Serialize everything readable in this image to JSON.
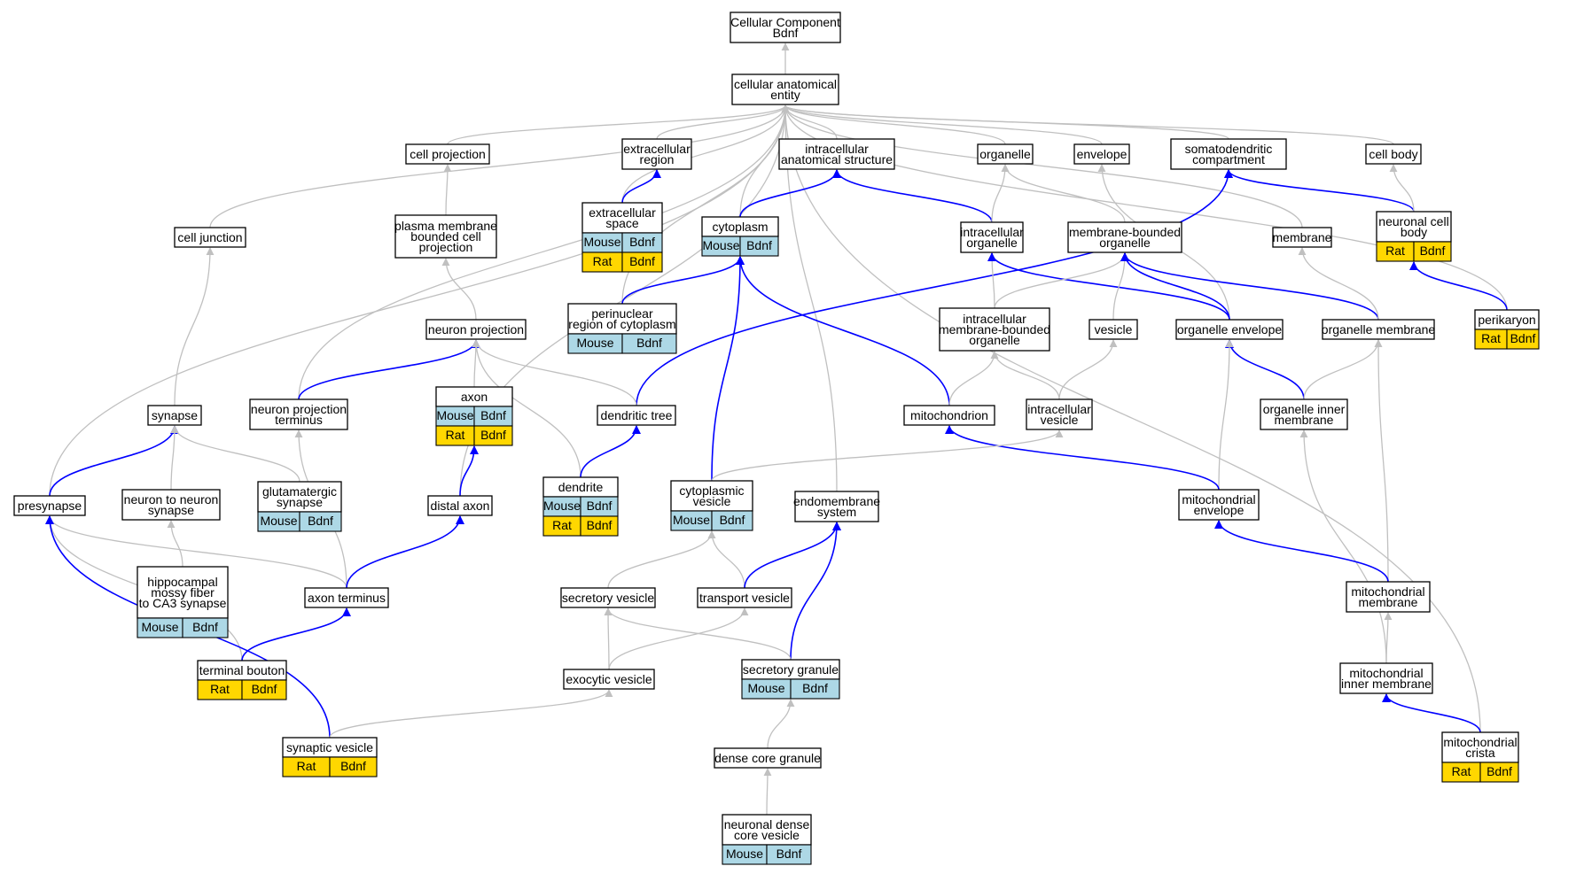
{
  "colors": {
    "gray_edge": "#c0c0c0",
    "blue_edge": "#0000ff",
    "mouse": "#add8e6",
    "rat": "#ffd700"
  },
  "nodes": [
    {
      "id": "root",
      "lines": [
        "Cellular Component",
        "Bdnf"
      ]
    },
    {
      "id": "cae",
      "lines": [
        "cellular anatomical",
        "entity"
      ]
    },
    {
      "id": "cellproj",
      "lines": [
        "cell projection"
      ]
    },
    {
      "id": "extreg",
      "lines": [
        "extracellular",
        "region"
      ]
    },
    {
      "id": "ias",
      "lines": [
        "intracellular",
        "anatomical structure"
      ]
    },
    {
      "id": "organelle",
      "lines": [
        "organelle"
      ]
    },
    {
      "id": "envelope",
      "lines": [
        "envelope"
      ]
    },
    {
      "id": "somato",
      "lines": [
        "somatodendritic",
        "compartment"
      ]
    },
    {
      "id": "cellbody",
      "lines": [
        "cell body"
      ]
    },
    {
      "id": "celljunction",
      "lines": [
        "cell junction"
      ]
    },
    {
      "id": "pmbcp",
      "lines": [
        "plasma membrane",
        "bounded cell",
        "projection"
      ]
    },
    {
      "id": "extspace",
      "lines": [
        "extracellular",
        "space"
      ],
      "annotations": [
        [
          "Mouse",
          "Bdnf"
        ],
        [
          "Rat",
          "Bdnf"
        ]
      ]
    },
    {
      "id": "cytoplasm",
      "lines": [
        "cytoplasm"
      ],
      "annotations": [
        [
          "Mouse",
          "Bdnf"
        ]
      ]
    },
    {
      "id": "intorg",
      "lines": [
        "intracellular",
        "organelle"
      ]
    },
    {
      "id": "mbo",
      "lines": [
        "membrane-bounded",
        "organelle"
      ]
    },
    {
      "id": "membrane",
      "lines": [
        "membrane"
      ]
    },
    {
      "id": "ncb",
      "lines": [
        "neuronal cell",
        "body"
      ],
      "annotations": [
        [
          "Rat",
          "Bdnf"
        ]
      ]
    },
    {
      "id": "perinuc",
      "lines": [
        "perinuclear",
        "region of cytoplasm"
      ],
      "annotations": [
        [
          "Mouse",
          "Bdnf"
        ]
      ]
    },
    {
      "id": "neuronproj",
      "lines": [
        "neuron projection"
      ]
    },
    {
      "id": "imbo",
      "lines": [
        "intracellular",
        "membrane-bounded",
        "organelle"
      ]
    },
    {
      "id": "vesicle",
      "lines": [
        "vesicle"
      ]
    },
    {
      "id": "orgenv",
      "lines": [
        "organelle envelope"
      ]
    },
    {
      "id": "orgmem",
      "lines": [
        "organelle membrane"
      ]
    },
    {
      "id": "perikaryon",
      "lines": [
        "perikaryon"
      ],
      "annotations": [
        [
          "Rat",
          "Bdnf"
        ]
      ]
    },
    {
      "id": "synapse",
      "lines": [
        "synapse"
      ]
    },
    {
      "id": "npt",
      "lines": [
        "neuron projection",
        "terminus"
      ]
    },
    {
      "id": "axon",
      "lines": [
        "axon"
      ],
      "annotations": [
        [
          "Mouse",
          "Bdnf"
        ],
        [
          "Rat",
          "Bdnf"
        ]
      ]
    },
    {
      "id": "dendtree",
      "lines": [
        "dendritic tree"
      ]
    },
    {
      "id": "mito",
      "lines": [
        "mitochondrion"
      ]
    },
    {
      "id": "intves",
      "lines": [
        "intracellular",
        "vesicle"
      ]
    },
    {
      "id": "oim",
      "lines": [
        "organelle inner",
        "membrane"
      ]
    },
    {
      "id": "presyn",
      "lines": [
        "presynapse"
      ]
    },
    {
      "id": "n2n",
      "lines": [
        "neuron to neuron",
        "synapse"
      ]
    },
    {
      "id": "glut",
      "lines": [
        "glutamatergic",
        "synapse"
      ],
      "annotations": [
        [
          "Mouse",
          "Bdnf"
        ]
      ]
    },
    {
      "id": "distax",
      "lines": [
        "distal axon"
      ]
    },
    {
      "id": "dendrite",
      "lines": [
        "dendrite"
      ],
      "annotations": [
        [
          "Mouse",
          "Bdnf"
        ],
        [
          "Rat",
          "Bdnf"
        ]
      ]
    },
    {
      "id": "cytves",
      "lines": [
        "cytoplasmic",
        "vesicle"
      ],
      "annotations": [
        [
          "Mouse",
          "Bdnf"
        ]
      ]
    },
    {
      "id": "endo",
      "lines": [
        "endomembrane",
        "system"
      ]
    },
    {
      "id": "mitoenv",
      "lines": [
        "mitochondrial",
        "envelope"
      ]
    },
    {
      "id": "hippo",
      "lines": [
        "hippocampal",
        "mossy fiber",
        "to CA3 synapse"
      ],
      "annotations": [
        [
          "Mouse",
          "Bdnf"
        ]
      ]
    },
    {
      "id": "axterm",
      "lines": [
        "axon terminus"
      ]
    },
    {
      "id": "secves",
      "lines": [
        "secretory vesicle"
      ]
    },
    {
      "id": "transves",
      "lines": [
        "transport vesicle"
      ]
    },
    {
      "id": "mitomem",
      "lines": [
        "mitochondrial",
        "membrane"
      ]
    },
    {
      "id": "termbouton",
      "lines": [
        "terminal bouton"
      ],
      "annotations": [
        [
          "Rat",
          "Bdnf"
        ]
      ]
    },
    {
      "id": "exoves",
      "lines": [
        "exocytic vesicle"
      ]
    },
    {
      "id": "secgran",
      "lines": [
        "secretory granule"
      ],
      "annotations": [
        [
          "Mouse",
          "Bdnf"
        ]
      ]
    },
    {
      "id": "mitoinner",
      "lines": [
        "mitochondrial",
        "inner membrane"
      ]
    },
    {
      "id": "synves",
      "lines": [
        "synaptic vesicle"
      ],
      "annotations": [
        [
          "Rat",
          "Bdnf"
        ]
      ]
    },
    {
      "id": "dcg",
      "lines": [
        "dense core granule"
      ]
    },
    {
      "id": "mitocrista",
      "lines": [
        "mitochondrial",
        "crista"
      ],
      "annotations": [
        [
          "Rat",
          "Bdnf"
        ]
      ]
    },
    {
      "id": "ndcv",
      "lines": [
        "neuronal dense",
        "core vesicle"
      ],
      "annotations": [
        [
          "Mouse",
          "Bdnf"
        ]
      ]
    }
  ],
  "edges": [
    {
      "from": "cae",
      "to": "root",
      "kind": "is_a"
    },
    {
      "from": "cellproj",
      "to": "cae",
      "kind": "is_a"
    },
    {
      "from": "extreg",
      "to": "cae",
      "kind": "is_a"
    },
    {
      "from": "ias",
      "to": "cae",
      "kind": "is_a"
    },
    {
      "from": "organelle",
      "to": "cae",
      "kind": "is_a"
    },
    {
      "from": "envelope",
      "to": "cae",
      "kind": "is_a"
    },
    {
      "from": "somato",
      "to": "cae",
      "kind": "is_a"
    },
    {
      "from": "cellbody",
      "to": "cae",
      "kind": "is_a"
    },
    {
      "from": "celljunction",
      "to": "cae",
      "kind": "is_a"
    },
    {
      "from": "membrane",
      "to": "cae",
      "kind": "is_a"
    },
    {
      "from": "perikaryon",
      "to": "cae",
      "kind": "is_a"
    },
    {
      "from": "npt",
      "to": "cae",
      "kind": "is_a"
    },
    {
      "from": "distax",
      "to": "cae",
      "kind": "is_a"
    },
    {
      "from": "presyn",
      "to": "cae",
      "kind": "is_a"
    },
    {
      "from": "extspace",
      "to": "cae",
      "kind": "is_a"
    },
    {
      "from": "perinuc",
      "to": "cae",
      "kind": "is_a"
    },
    {
      "from": "cytoplasm",
      "to": "cae",
      "kind": "is_a"
    },
    {
      "from": "endo",
      "to": "cae",
      "kind": "is_a"
    },
    {
      "from": "mitocrista",
      "to": "cae",
      "kind": "is_a"
    },
    {
      "from": "extspace",
      "to": "extreg",
      "kind": "part_of"
    },
    {
      "from": "cytoplasm",
      "to": "ias",
      "kind": "part_of"
    },
    {
      "from": "intorg",
      "to": "ias",
      "kind": "part_of"
    },
    {
      "from": "intorg",
      "to": "organelle",
      "kind": "is_a"
    },
    {
      "from": "mbo",
      "to": "organelle",
      "kind": "is_a"
    },
    {
      "from": "orgenv",
      "to": "envelope",
      "kind": "is_a"
    },
    {
      "from": "dendtree",
      "to": "somato",
      "kind": "part_of"
    },
    {
      "from": "ncb",
      "to": "somato",
      "kind": "part_of"
    },
    {
      "from": "ncb",
      "to": "cellbody",
      "kind": "is_a"
    },
    {
      "from": "synapse",
      "to": "celljunction",
      "kind": "is_a"
    },
    {
      "from": "pmbcp",
      "to": "cellproj",
      "kind": "is_a"
    },
    {
      "from": "neuronproj",
      "to": "pmbcp",
      "kind": "is_a"
    },
    {
      "from": "perinuc",
      "to": "cytoplasm",
      "kind": "part_of"
    },
    {
      "from": "mito",
      "to": "cytoplasm",
      "kind": "part_of"
    },
    {
      "from": "cytves",
      "to": "cytoplasm",
      "kind": "part_of"
    },
    {
      "from": "imbo",
      "to": "intorg",
      "kind": "is_a"
    },
    {
      "from": "orgenv",
      "to": "intorg",
      "kind": "part_of"
    },
    {
      "from": "imbo",
      "to": "mbo",
      "kind": "is_a"
    },
    {
      "from": "vesicle",
      "to": "mbo",
      "kind": "is_a"
    },
    {
      "from": "orgenv",
      "to": "mbo",
      "kind": "part_of"
    },
    {
      "from": "orgmem",
      "to": "mbo",
      "kind": "part_of"
    },
    {
      "from": "orgmem",
      "to": "membrane",
      "kind": "is_a"
    },
    {
      "from": "perikaryon",
      "to": "ncb",
      "kind": "part_of"
    },
    {
      "from": "npt",
      "to": "neuronproj",
      "kind": "part_of"
    },
    {
      "from": "axon",
      "to": "neuronproj",
      "kind": "is_a"
    },
    {
      "from": "dendtree",
      "to": "neuronproj",
      "kind": "is_a"
    },
    {
      "from": "dendrite",
      "to": "neuronproj",
      "kind": "is_a"
    },
    {
      "from": "mito",
      "to": "imbo",
      "kind": "is_a"
    },
    {
      "from": "intves",
      "to": "imbo",
      "kind": "is_a"
    },
    {
      "from": "intves",
      "to": "vesicle",
      "kind": "is_a"
    },
    {
      "from": "oim",
      "to": "orgenv",
      "kind": "part_of"
    },
    {
      "from": "mitoenv",
      "to": "orgenv",
      "kind": "is_a"
    },
    {
      "from": "oim",
      "to": "orgmem",
      "kind": "is_a"
    },
    {
      "from": "mitomem",
      "to": "orgmem",
      "kind": "is_a"
    },
    {
      "from": "presyn",
      "to": "synapse",
      "kind": "part_of"
    },
    {
      "from": "n2n",
      "to": "synapse",
      "kind": "is_a"
    },
    {
      "from": "glut",
      "to": "synapse",
      "kind": "is_a"
    },
    {
      "from": "axterm",
      "to": "npt",
      "kind": "is_a"
    },
    {
      "from": "distax",
      "to": "axon",
      "kind": "part_of"
    },
    {
      "from": "dendrite",
      "to": "dendtree",
      "kind": "part_of"
    },
    {
      "from": "mitoenv",
      "to": "mito",
      "kind": "part_of"
    },
    {
      "from": "cytves",
      "to": "intves",
      "kind": "is_a"
    },
    {
      "from": "mitoinner",
      "to": "oim",
      "kind": "is_a"
    },
    {
      "from": "axterm",
      "to": "presyn",
      "kind": "is_a"
    },
    {
      "from": "termbouton",
      "to": "presyn",
      "kind": "is_a"
    },
    {
      "from": "synves",
      "to": "presyn",
      "kind": "part_of"
    },
    {
      "from": "hippo",
      "to": "n2n",
      "kind": "is_a"
    },
    {
      "from": "axterm",
      "to": "distax",
      "kind": "part_of"
    },
    {
      "from": "secves",
      "to": "cytves",
      "kind": "is_a"
    },
    {
      "from": "transves",
      "to": "cytves",
      "kind": "is_a"
    },
    {
      "from": "transves",
      "to": "endo",
      "kind": "part_of"
    },
    {
      "from": "secgran",
      "to": "endo",
      "kind": "part_of"
    },
    {
      "from": "mitomem",
      "to": "mitoenv",
      "kind": "part_of"
    },
    {
      "from": "termbouton",
      "to": "axterm",
      "kind": "part_of"
    },
    {
      "from": "exoves",
      "to": "secves",
      "kind": "is_a"
    },
    {
      "from": "secgran",
      "to": "secves",
      "kind": "is_a"
    },
    {
      "from": "exoves",
      "to": "transves",
      "kind": "is_a"
    },
    {
      "from": "mitoinner",
      "to": "mitomem",
      "kind": "is_a"
    },
    {
      "from": "synves",
      "to": "exoves",
      "kind": "is_a"
    },
    {
      "from": "dcg",
      "to": "secgran",
      "kind": "is_a"
    },
    {
      "from": "mitocrista",
      "to": "mitoinner",
      "kind": "part_of"
    },
    {
      "from": "ndcv",
      "to": "dcg",
      "kind": "is_a"
    }
  ]
}
